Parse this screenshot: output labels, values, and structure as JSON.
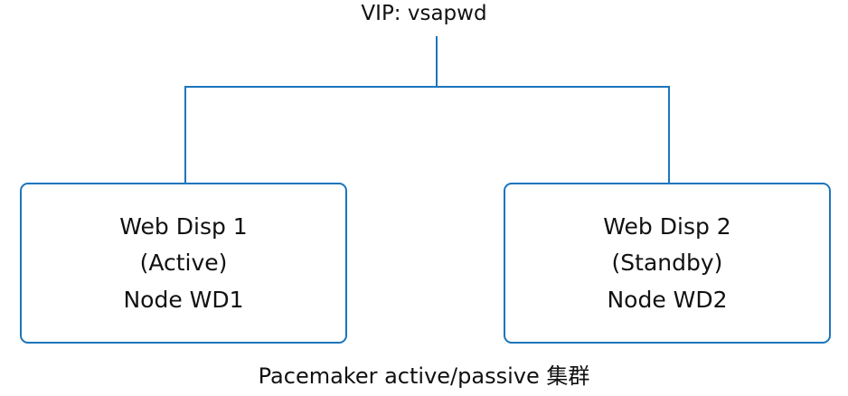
{
  "diagram": {
    "vip_label": "VIP: vsapwd",
    "nodes": [
      {
        "title": "Web Disp 1",
        "state": "(Active)",
        "node_id": "Node WD1"
      },
      {
        "title": "Web Disp 2",
        "state": "(Standby)",
        "node_id": "Node WD2"
      }
    ],
    "caption": "Pacemaker active/passive 集群",
    "colors": {
      "line": "#1b75bc",
      "box_border": "#1b75bc",
      "text": "#111111",
      "background": "#ffffff"
    }
  }
}
